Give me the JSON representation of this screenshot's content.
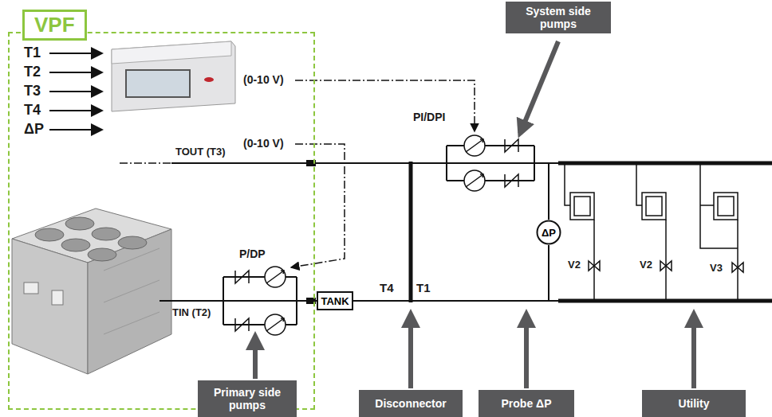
{
  "diagram": {
    "nodes": [
      {
        "text": [
          "VPF"
        ]
      },
      {
        "text": [
          "TANK"
        ]
      },
      {
        "text": [
          "ΔP"
        ]
      },
      {
        "text": [
          "System side pumps"
        ]
      },
      {
        "text": [
          "Primary side pumps"
        ]
      },
      {
        "text": [
          "Disconnector"
        ]
      },
      {
        "text": [
          "Probe ΔP"
        ]
      },
      {
        "text": [
          "Utility"
        ]
      }
    ],
    "labels": [
      "T1",
      "T2",
      "T3",
      "T4",
      "ΔP",
      "(0-10 V)",
      "(0-10 V)",
      "TOUT (T3)",
      "TIN (T2)",
      "P/DP",
      "PI/DPI",
      "T4",
      "T1",
      "V2",
      "V2",
      "V3"
    ]
  }
}
